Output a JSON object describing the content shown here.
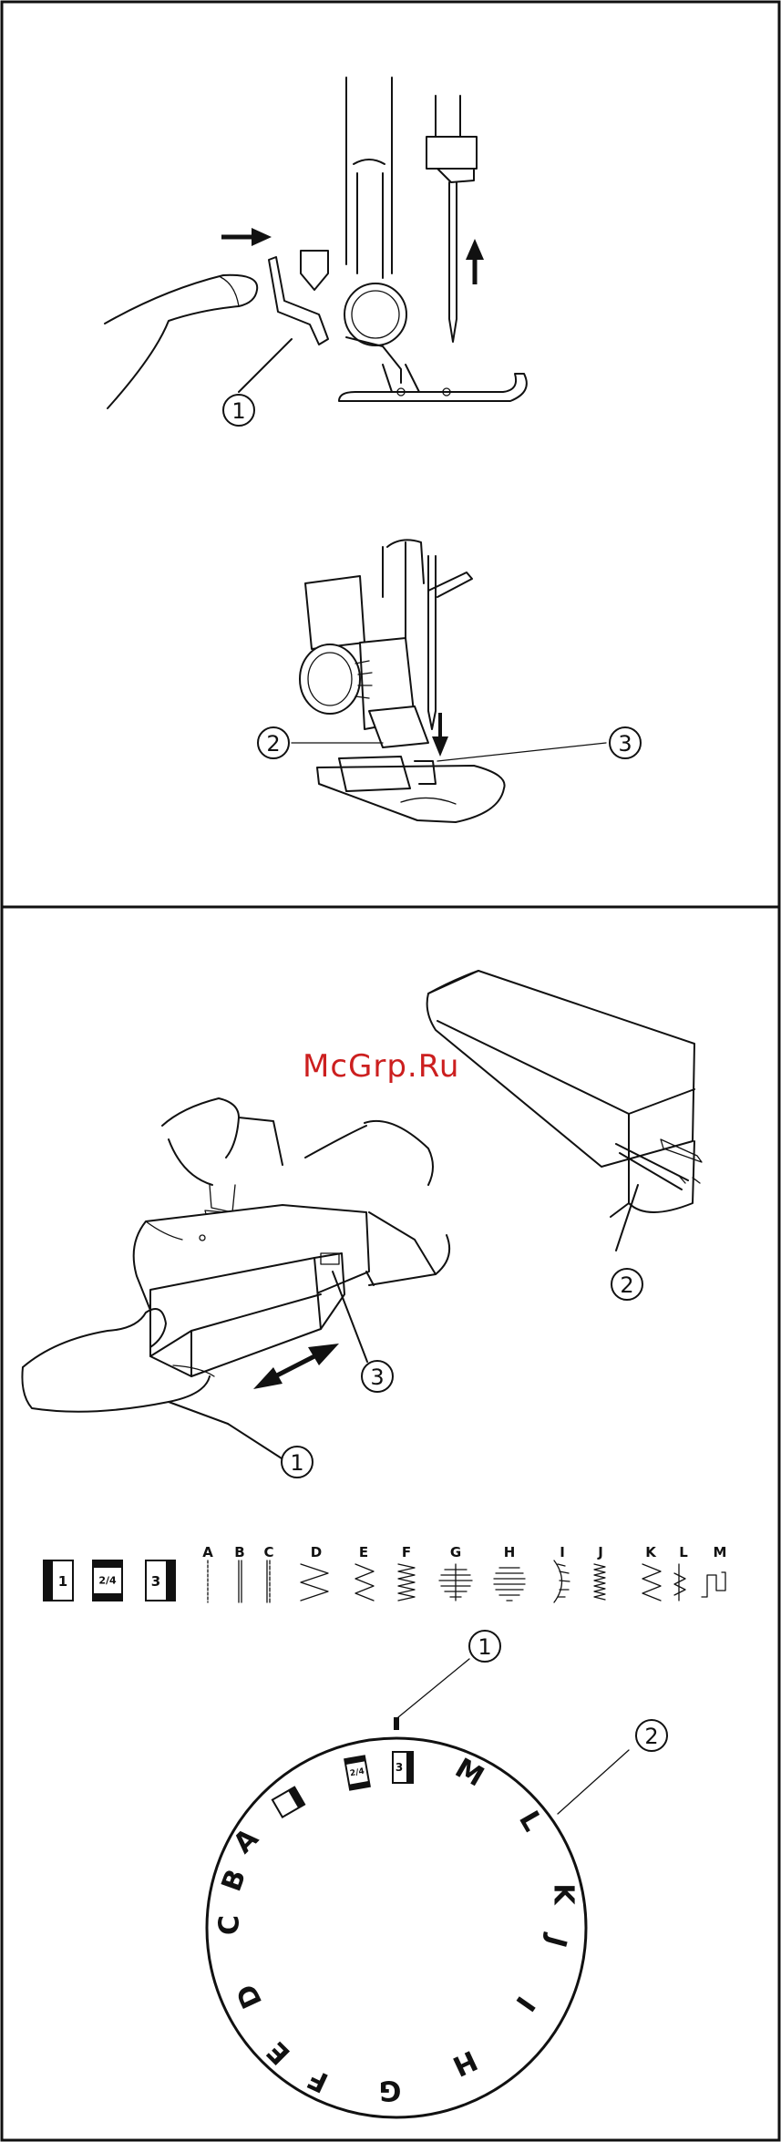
{
  "watermark": {
    "text": "McGrp.Ru",
    "color": "#cc1f1f"
  },
  "callouts": {
    "panel1": [
      "1"
    ],
    "panel2": [
      "2",
      "3"
    ],
    "panel3": [
      "1",
      "2",
      "3"
    ],
    "dial": [
      "1",
      "2"
    ]
  },
  "pattern_chart": {
    "badges": [
      "1",
      "2/4",
      "3"
    ],
    "letters": [
      "A",
      "B",
      "C",
      "D",
      "E",
      "F",
      "G",
      "H",
      "I",
      "J",
      "K",
      "L",
      "M"
    ]
  },
  "dial": {
    "letters": [
      "A",
      "B",
      "C",
      "D",
      "E",
      "F",
      "G",
      "H",
      "I",
      "J",
      "K",
      "L",
      "M"
    ],
    "badges": [
      "2/4",
      "3"
    ]
  },
  "icons": [
    "arrow-right-icon",
    "arrow-up-icon",
    "arrow-down-icon",
    "double-arrow-icon"
  ]
}
